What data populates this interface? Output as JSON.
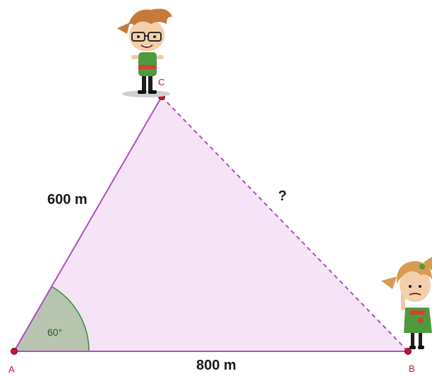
{
  "diagram": {
    "vertices": {
      "A": "A",
      "B": "B",
      "C": "C"
    },
    "side_ac_label": "600 m",
    "side_ab_label": "800 m",
    "side_bc_label": "?",
    "angle_a_label": "60°",
    "colors": {
      "triangle_fill": "#f4e4f6",
      "triangle_edge": "#b04cc8",
      "angle_fill": "#b7c4ae",
      "angle_edge": "#3c8a3c",
      "vertex_point": "#cc1133"
    },
    "characters": {
      "top": "boy-with-glasses-icon",
      "right": "girl-thinking-icon"
    }
  }
}
